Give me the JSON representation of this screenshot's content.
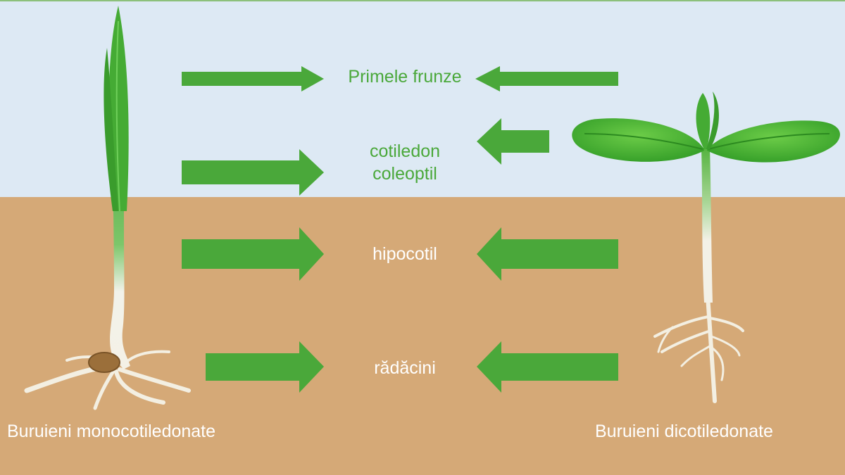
{
  "labels": {
    "first_leaves": "Primele frunze",
    "cotyledon": "cotiledon",
    "coleoptile": "coleoptil",
    "hypocotyl": "hipocotil",
    "roots": "rădăcini"
  },
  "captions": {
    "left": "Buruieni monocotiledonate",
    "right": "Buruieni dicotiledonate"
  },
  "colors": {
    "sky": "#dde9f4",
    "soil": "#d5a977",
    "arrow": "#4aa83a",
    "leaf": "#4fb53a"
  }
}
